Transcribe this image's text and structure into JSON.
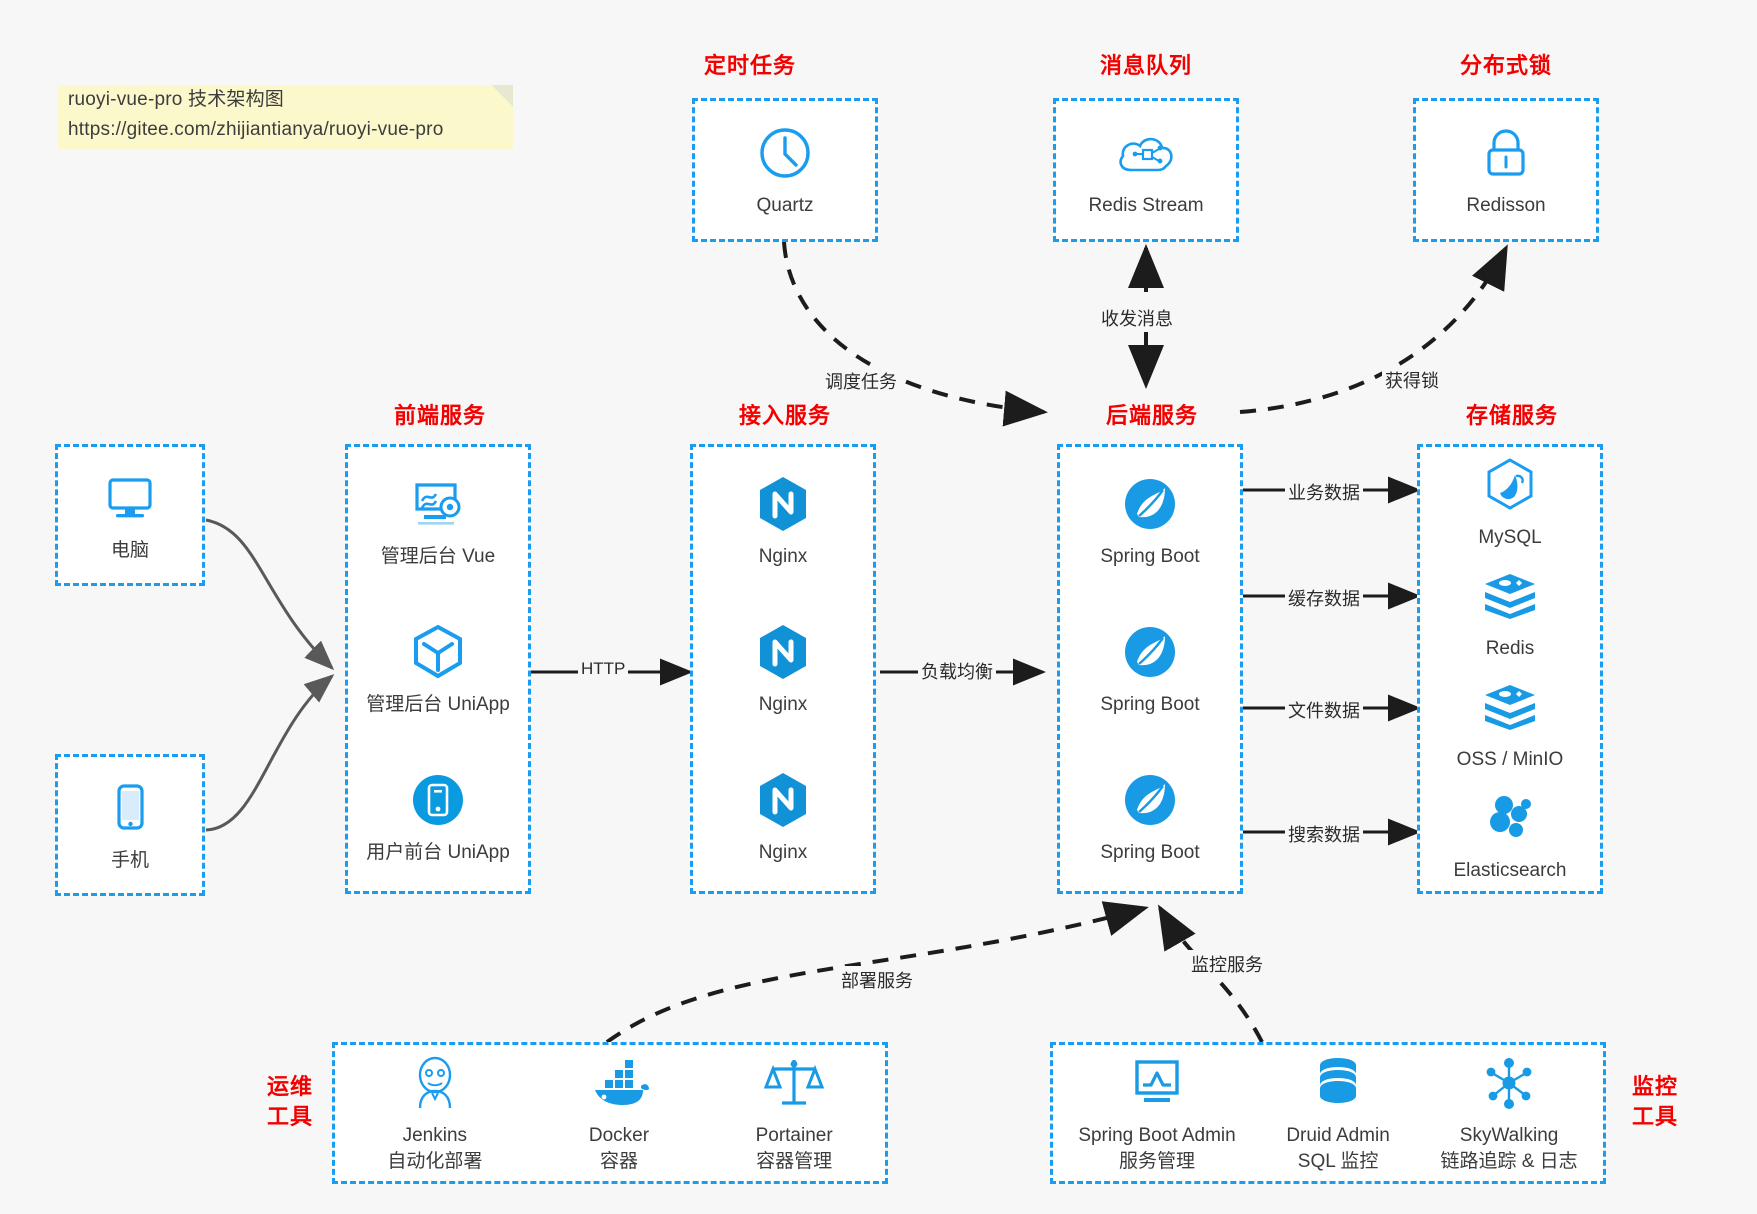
{
  "note": {
    "line1": "ruoyi-vue-pro 技术架构图",
    "line2": "https://gitee.com/zhijiantianya/ruoyi-vue-pro"
  },
  "colors": {
    "accent_blue": "#1a9cf0",
    "group_label_red": "#f40000",
    "background": "#f7f7f7",
    "box_fill": "#ffffff",
    "edge_gray": "#595959",
    "edge_dark": "#222222"
  },
  "groups": {
    "scheduled_task": {
      "label": "定时任务",
      "items": [
        {
          "name": "Quartz",
          "icon": "clock-icon"
        }
      ]
    },
    "message_queue": {
      "label": "消息队列",
      "items": [
        {
          "name": "Redis Stream",
          "icon": "cloud-node-icon"
        }
      ]
    },
    "distributed_lock": {
      "label": "分布式锁",
      "items": [
        {
          "name": "Redisson",
          "icon": "lock-icon"
        }
      ]
    },
    "clients": {
      "items": [
        {
          "name": "电脑",
          "icon": "desktop-monitor-icon"
        },
        {
          "name": "手机",
          "icon": "mobile-phone-icon"
        }
      ]
    },
    "frontend": {
      "label": "前端服务",
      "items": [
        {
          "name": "管理后台 Vue",
          "icon": "dashboard-gear-icon"
        },
        {
          "name": "管理后台 UniApp",
          "icon": "uniapp-cube-icon"
        },
        {
          "name": "用户前台 UniApp",
          "icon": "phone-app-icon"
        }
      ]
    },
    "gateway": {
      "label": "接入服务",
      "items": [
        {
          "name": "Nginx",
          "icon": "nginx-icon"
        },
        {
          "name": "Nginx",
          "icon": "nginx-icon"
        },
        {
          "name": "Nginx",
          "icon": "nginx-icon"
        }
      ]
    },
    "backend": {
      "label": "后端服务",
      "items": [
        {
          "name": "Spring Boot",
          "icon": "spring-boot-icon"
        },
        {
          "name": "Spring Boot",
          "icon": "spring-boot-icon"
        },
        {
          "name": "Spring Boot",
          "icon": "spring-boot-icon"
        }
      ]
    },
    "storage": {
      "label": "存储服务",
      "items": [
        {
          "name": "MySQL",
          "icon": "mysql-dolphin-icon"
        },
        {
          "name": "Redis",
          "icon": "redis-stack-icon"
        },
        {
          "name": "OSS / MinIO",
          "icon": "oss-stack-icon"
        },
        {
          "name": "Elasticsearch",
          "icon": "elasticsearch-icon"
        }
      ]
    },
    "devops": {
      "label_line1": "运维",
      "label_line2": "工具",
      "items": [
        {
          "name": "Jenkins",
          "desc": "自动化部署",
          "icon": "jenkins-butler-icon"
        },
        {
          "name": "Docker",
          "desc": "容器",
          "icon": "docker-whale-icon"
        },
        {
          "name": "Portainer",
          "desc": "容器管理",
          "icon": "portainer-scale-icon"
        }
      ]
    },
    "monitoring": {
      "label_line1": "监控",
      "label_line2": "工具",
      "items": [
        {
          "name": "Spring Boot Admin",
          "desc": "服务管理",
          "icon": "monitor-chart-icon"
        },
        {
          "name": "Druid Admin",
          "desc": "SQL 监控",
          "icon": "database-icon"
        },
        {
          "name": "SkyWalking",
          "desc": "链路追踪 & 日志",
          "icon": "skywalking-node-icon"
        }
      ]
    }
  },
  "edges": {
    "http": "HTTP",
    "load_balance": "负载均衡",
    "schedule_task": "调度任务",
    "send_receive_message": "收发消息",
    "acquire_lock": "获得锁",
    "business_data": "业务数据",
    "cache_data": "缓存数据",
    "file_data": "文件数据",
    "search_data": "搜索数据",
    "deploy_service": "部署服务",
    "monitor_service": "监控服务"
  }
}
